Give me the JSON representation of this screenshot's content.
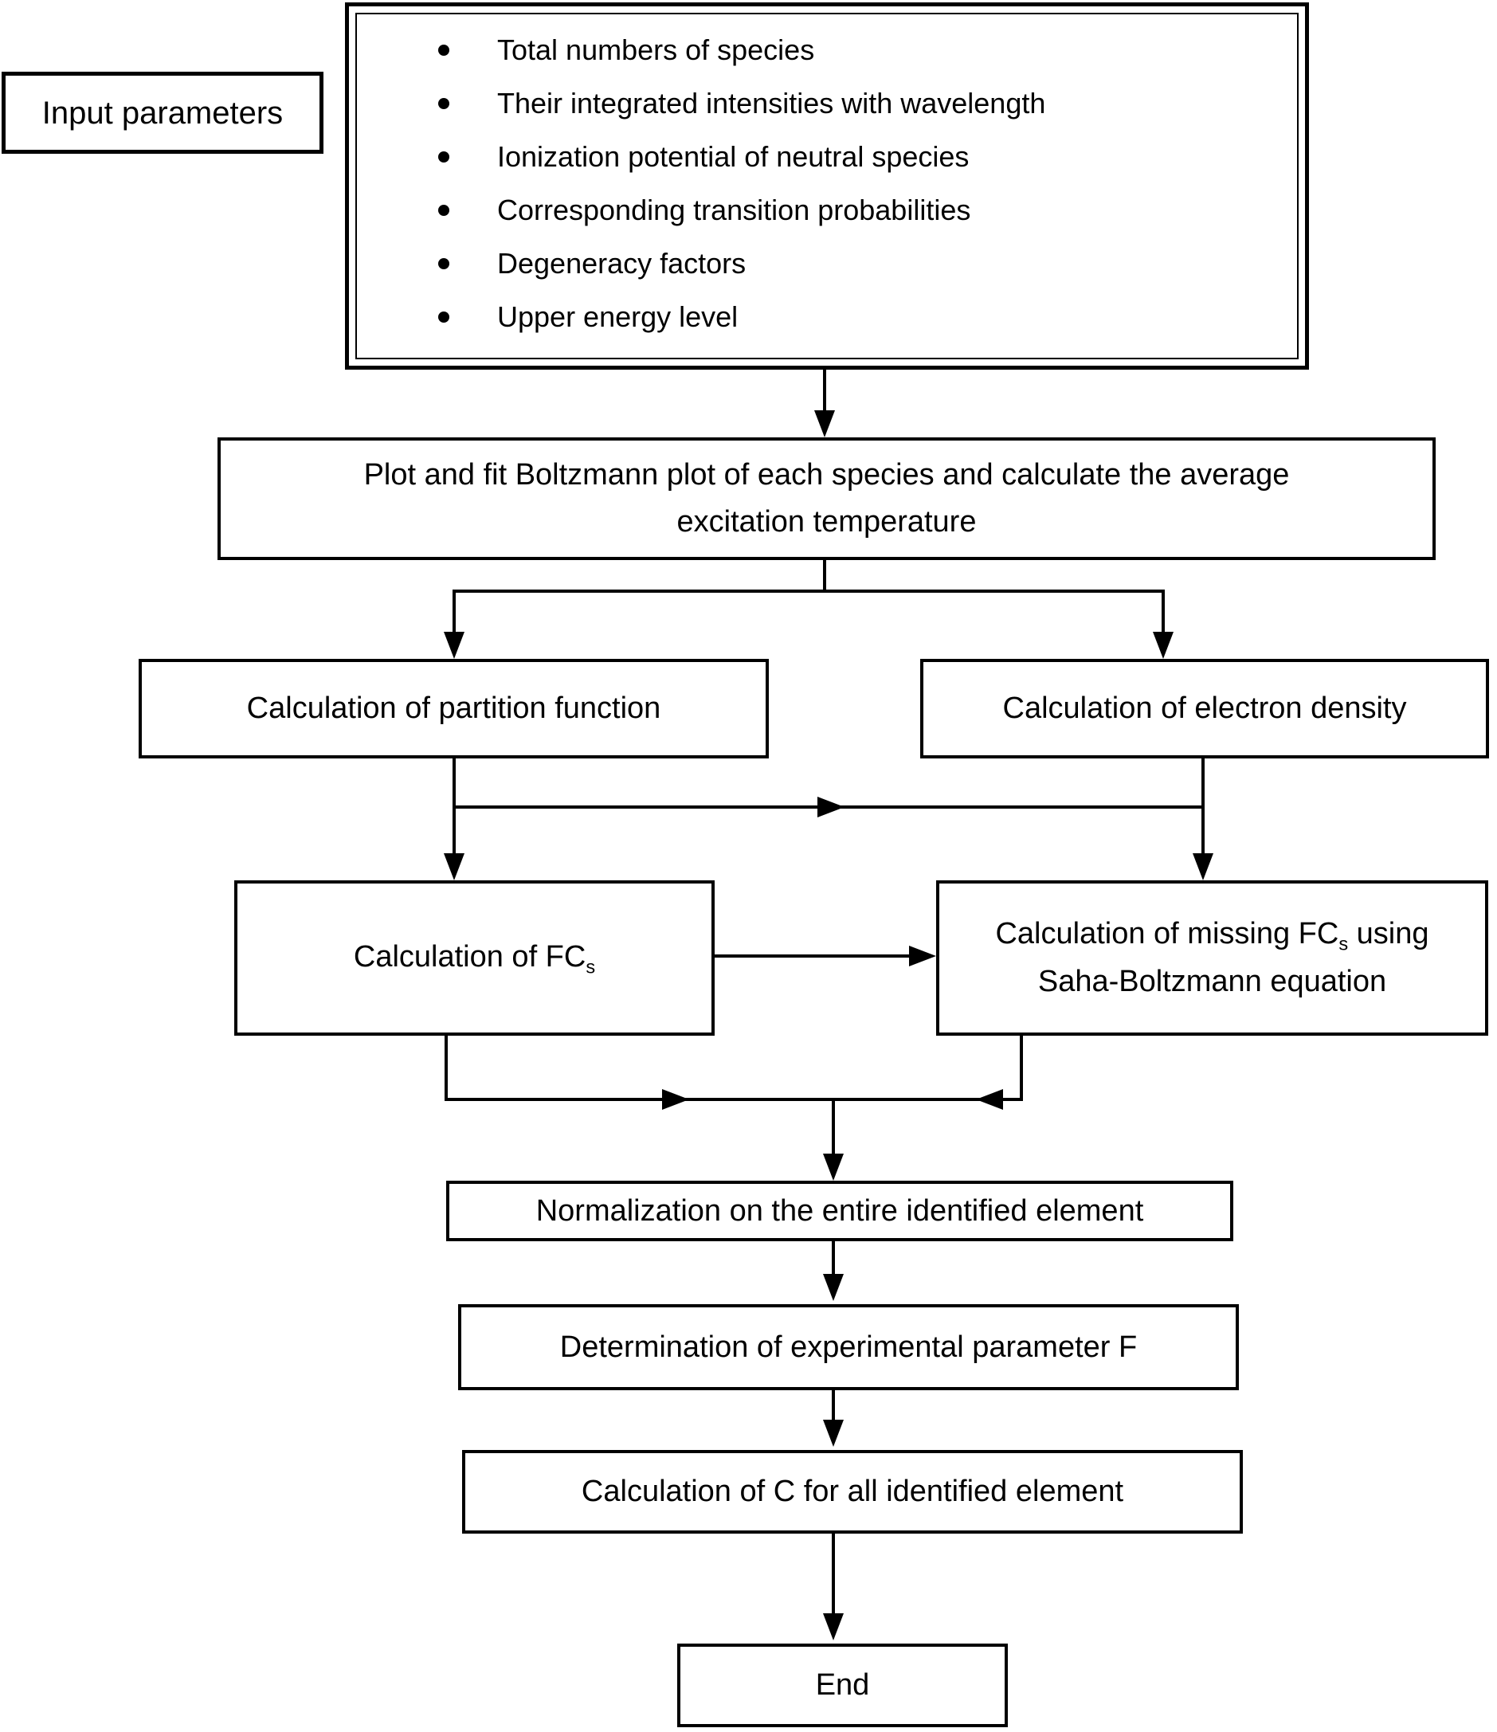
{
  "flowchart": {
    "input_label": "Input parameters",
    "input_bullets": [
      "Total numbers of species",
      "Their integrated intensities with wavelength",
      "Ionization potential of neutral species",
      "Corresponding transition probabilities",
      "Degeneracy factors",
      "Upper energy level"
    ],
    "steps": {
      "boltzmann_line1": "Plot and fit Boltzmann plot of each species and calculate the average",
      "boltzmann_line2": "excitation temperature",
      "partition": "Calculation of partition function",
      "electron": "Calculation of electron density",
      "fcs_prefix": "Calculation of FC",
      "fcs_sub": "s",
      "missing_line1_prefix": "Calculation of missing FC",
      "missing_line1_sub": "s",
      "missing_line1_suffix": " using",
      "missing_line2": "Saha-Boltzmann equation",
      "normalization": "Normalization on the entire identified element",
      "determination": "Determination of experimental parameter F",
      "calc_c": "Calculation of C for all identified element",
      "end": "End"
    },
    "colors": {
      "line": "#000000",
      "background": "#ffffff",
      "text": "#000000"
    }
  }
}
